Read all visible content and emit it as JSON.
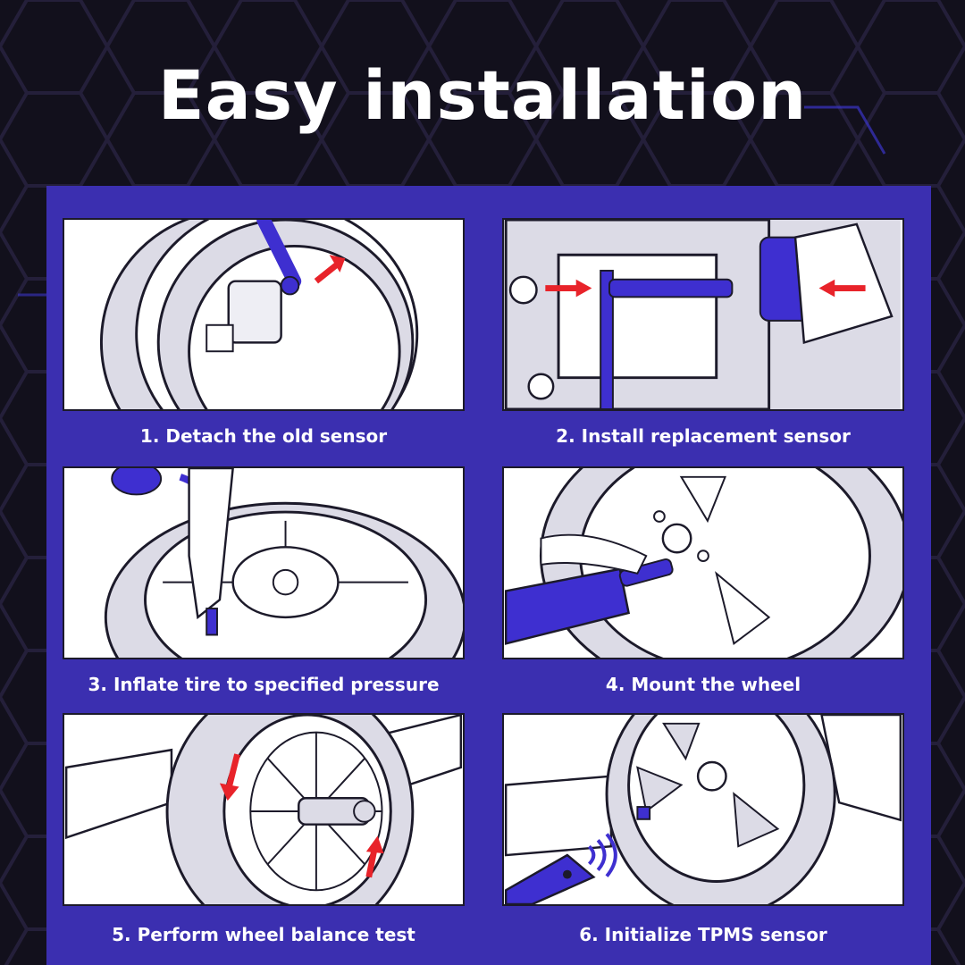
{
  "title": "Easy installation",
  "colors": {
    "background": "#12101c",
    "panel": "#3b2fb0",
    "accent_tool": "#3e2fd0",
    "arrow": "#e8232a",
    "line": "#1c1a2a",
    "tire_fill": "#dcdbe6"
  },
  "steps": [
    {
      "label": "1. Detach the old sensor"
    },
    {
      "label": "2. Install replacement sensor"
    },
    {
      "label": "3. Inflate tire to specified pressure"
    },
    {
      "label": "4. Mount the wheel"
    },
    {
      "label": "5. Perform wheel balance test"
    },
    {
      "label": "6. Initialize TPMS sensor"
    }
  ]
}
